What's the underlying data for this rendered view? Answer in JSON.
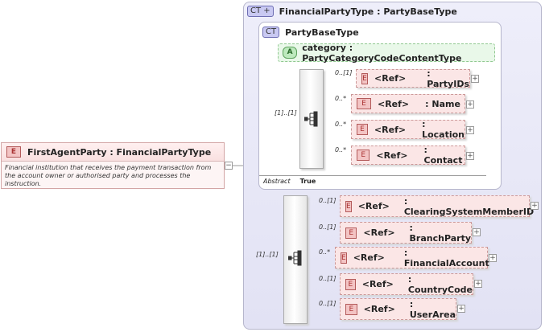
{
  "root": {
    "icon": "E",
    "title": "FirstAgentParty : FinancialPartyType",
    "documentation": "Financial institution that receives the payment transaction from the account  owner or authorised party and processes the instruction."
  },
  "outer_type": {
    "badge": "CT",
    "title": "FinancialPartyType : PartyBaseType"
  },
  "inner_type": {
    "badge": "CT",
    "title": "PartyBaseType",
    "attribute": {
      "icon": "A",
      "label": "category : PartyCategoryCodeContentType"
    },
    "sequence_multiplicity": "[1]..[1]",
    "abstract_label": "Abstract",
    "abstract_value": "True",
    "elements": [
      {
        "mult": "0..[1]",
        "ref": "<Ref>",
        "name": ": PartyIDs"
      },
      {
        "mult": "0..*",
        "ref": "<Ref>",
        "name": ": Name"
      },
      {
        "mult": "0..*",
        "ref": "<Ref>",
        "name": ": Location"
      },
      {
        "mult": "0..*",
        "ref": "<Ref>",
        "name": ": Contact"
      }
    ]
  },
  "outer_sequence": {
    "multiplicity": "[1]..[1]",
    "elements": [
      {
        "mult": "0..[1]",
        "ref": "<Ref>",
        "name": ": ClearingSystemMemberID"
      },
      {
        "mult": "0..[1]",
        "ref": "<Ref>",
        "name": ": BranchParty"
      },
      {
        "mult": "0..*",
        "ref": "<Ref>",
        "name": ": FinancialAccount"
      },
      {
        "mult": "0..[1]",
        "ref": "<Ref>",
        "name": ": CountryCode"
      },
      {
        "mult": "0..[1]",
        "ref": "<Ref>",
        "name": ": UserArea"
      }
    ]
  },
  "element_icon": "E",
  "expand_glyph": "+",
  "collapse_glyph": "−",
  "icons": [
    "sequence-icon",
    "expand-icon",
    "collapse-icon"
  ]
}
